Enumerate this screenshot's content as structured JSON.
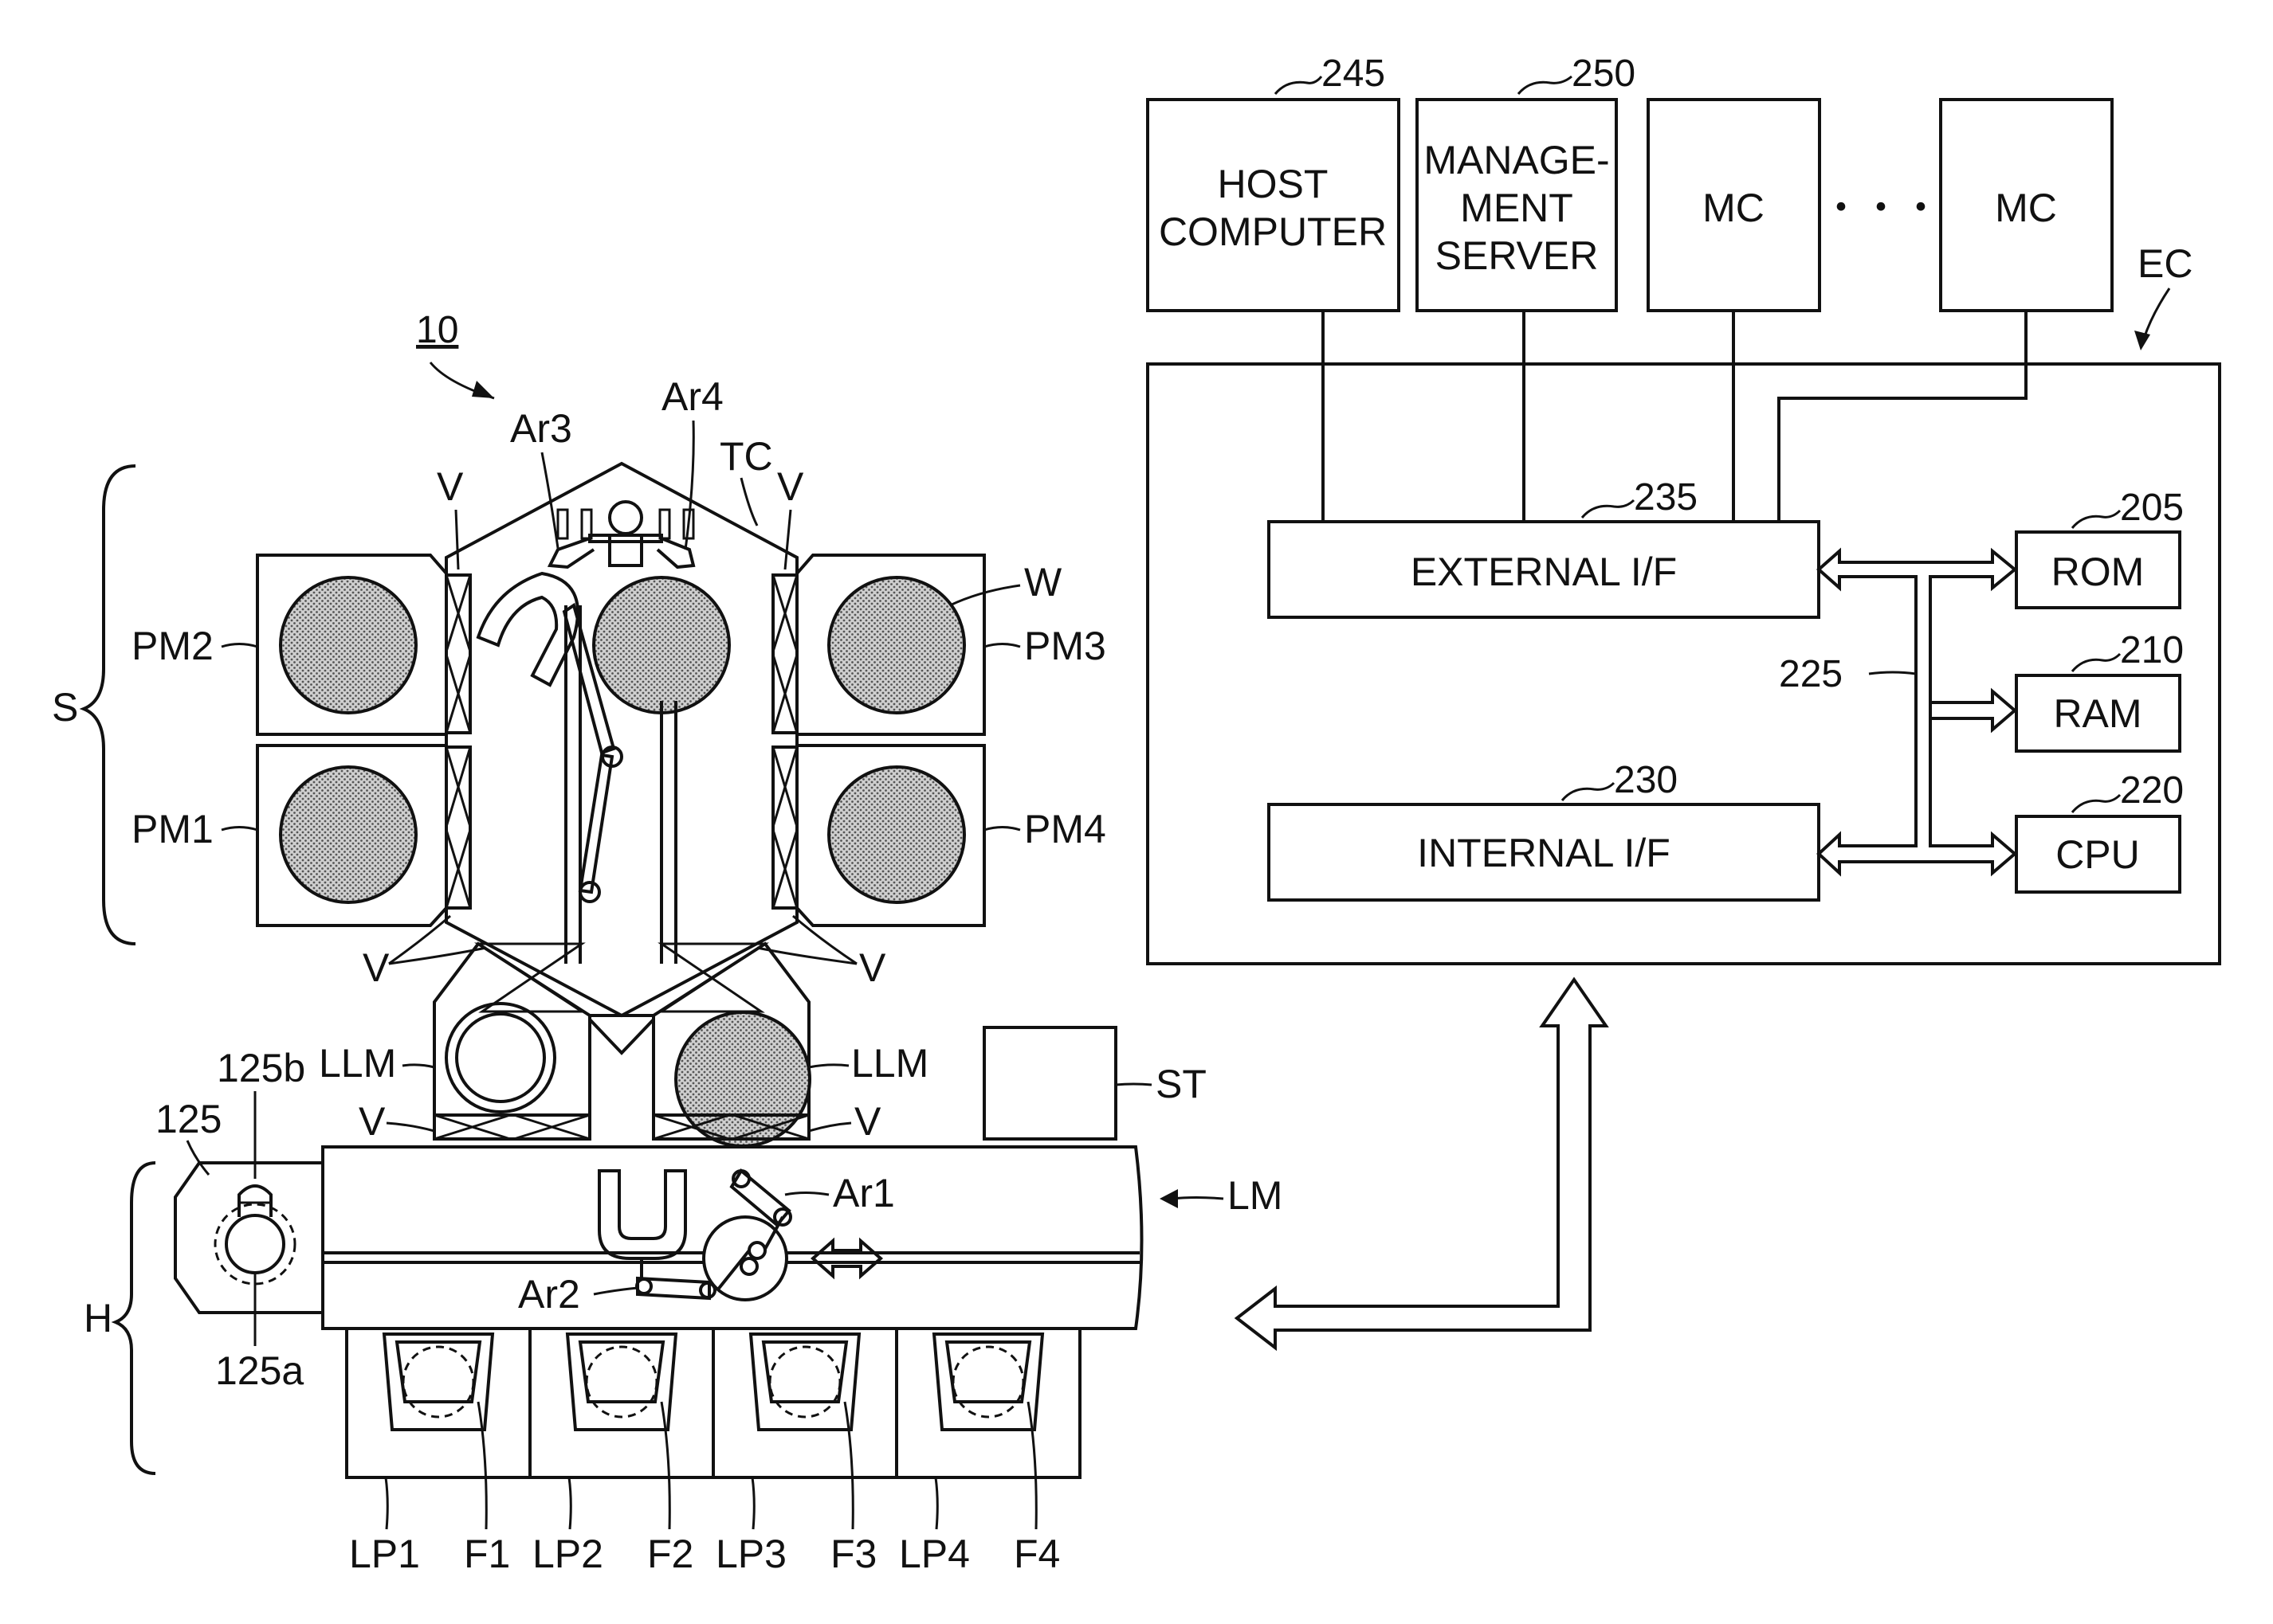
{
  "system_ref": "10",
  "labels": {
    "S": "S",
    "H": "H",
    "PM1": "PM1",
    "PM2": "PM2",
    "PM3": "PM3",
    "PM4": "PM4",
    "V": "V",
    "W": "W",
    "TC": "TC",
    "Ar1": "Ar1",
    "Ar2": "Ar2",
    "Ar3": "Ar3",
    "Ar4": "Ar4",
    "LLM": "LLM",
    "ST": "ST",
    "LM": "LM",
    "n125": "125",
    "n125a": "125a",
    "n125b": "125b",
    "LP1": "LP1",
    "LP2": "LP2",
    "LP3": "LP3",
    "LP4": "LP4",
    "F1": "F1",
    "F2": "F2",
    "F3": "F3",
    "F4": "F4"
  },
  "controller": {
    "label": "EC",
    "bus_ref": "225",
    "external_if": {
      "ref": "235",
      "label": "EXTERNAL I/F"
    },
    "internal_if": {
      "ref": "230",
      "label": "INTERNAL I/F"
    },
    "rom": {
      "ref": "205",
      "label": "ROM"
    },
    "ram": {
      "ref": "210",
      "label": "RAM"
    },
    "cpu": {
      "ref": "220",
      "label": "CPU"
    }
  },
  "external": {
    "host": {
      "ref": "245",
      "line1": "HOST",
      "line2": "COMPUTER"
    },
    "server": {
      "ref": "250",
      "line1": "MANAGE-",
      "line2": "MENT",
      "line3": "SERVER"
    },
    "mc1": "MC",
    "mc2": "MC",
    "ellipsis": "・・・"
  }
}
